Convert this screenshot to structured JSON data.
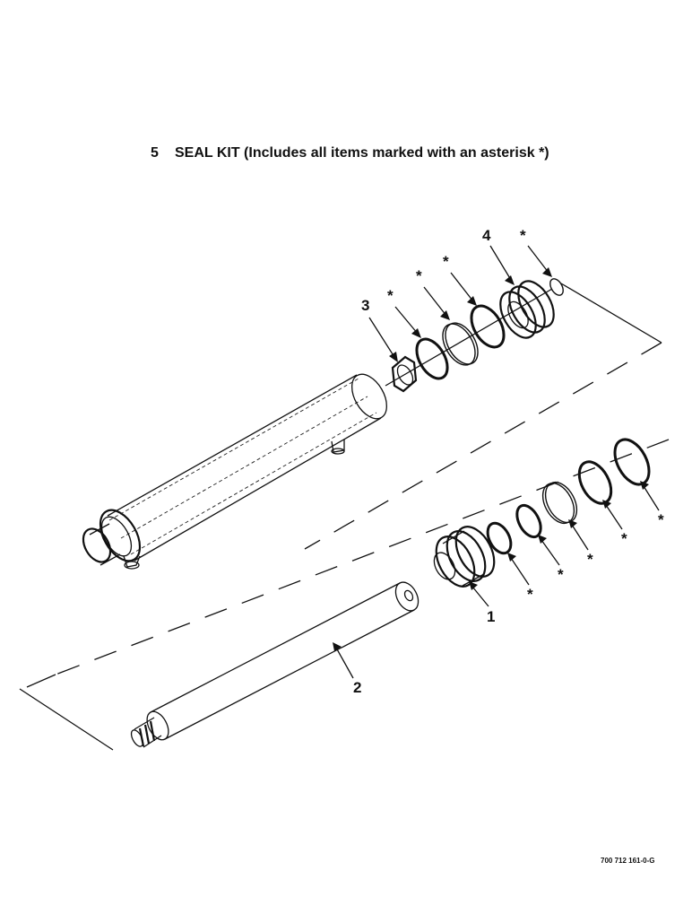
{
  "title": {
    "number": "5",
    "text": "SEAL KIT (Includes all items marked with an asterisk *)"
  },
  "callouts": {
    "item1": "1",
    "item2": "2",
    "item3": "3",
    "item4": "4",
    "asterisk": "*"
  },
  "drawing_code": "700 712 161-0-G"
}
